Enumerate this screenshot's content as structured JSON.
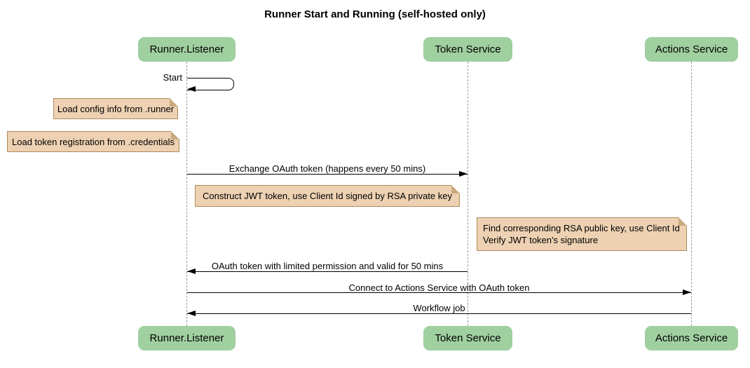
{
  "title": "Runner Start and Running (self-hosted only)",
  "participants": [
    {
      "name": "Runner.Listener"
    },
    {
      "name": "Token Service"
    },
    {
      "name": "Actions Service"
    }
  ],
  "messages": [
    {
      "label": "Start",
      "from": "Runner.Listener",
      "to": "Runner.Listener",
      "type": "self"
    },
    {
      "label": "Exchange OAuth token (happens every 50 mins)",
      "from": "Runner.Listener",
      "to": "Token Service",
      "type": "solid"
    },
    {
      "label": "OAuth token with limited permission and valid for 50 mins",
      "from": "Token Service",
      "to": "Runner.Listener",
      "type": "solid"
    },
    {
      "label": "Connect to Actions Service with OAuth token",
      "from": "Runner.Listener",
      "to": "Actions Service",
      "type": "solid"
    },
    {
      "label": "Workflow job",
      "from": "Actions Service",
      "to": "Runner.Listener",
      "type": "solid"
    }
  ],
  "notes": [
    {
      "text": "Load config info from .runner",
      "position": "left of Runner.Listener"
    },
    {
      "text": "Load token registration from .credentials",
      "position": "left of Runner.Listener"
    },
    {
      "text": "Construct JWT token, use Client Id signed by RSA private key",
      "position": "between Runner.Listener and Token Service"
    },
    {
      "text": "Find corresponding RSA public key, use Client Id\nVerify JWT token's signature",
      "position": "left of Actions Service"
    }
  ],
  "colors": {
    "participant_fill": "#A0CFA0",
    "participant_text": "#000000",
    "note_fill": "#EDD1B2",
    "note_border": "#AE8A5C",
    "note_fold": "#C9A97E",
    "lifeline": "#9A9A9A",
    "arrow": "#000000",
    "background": "#FFFFFF"
  }
}
